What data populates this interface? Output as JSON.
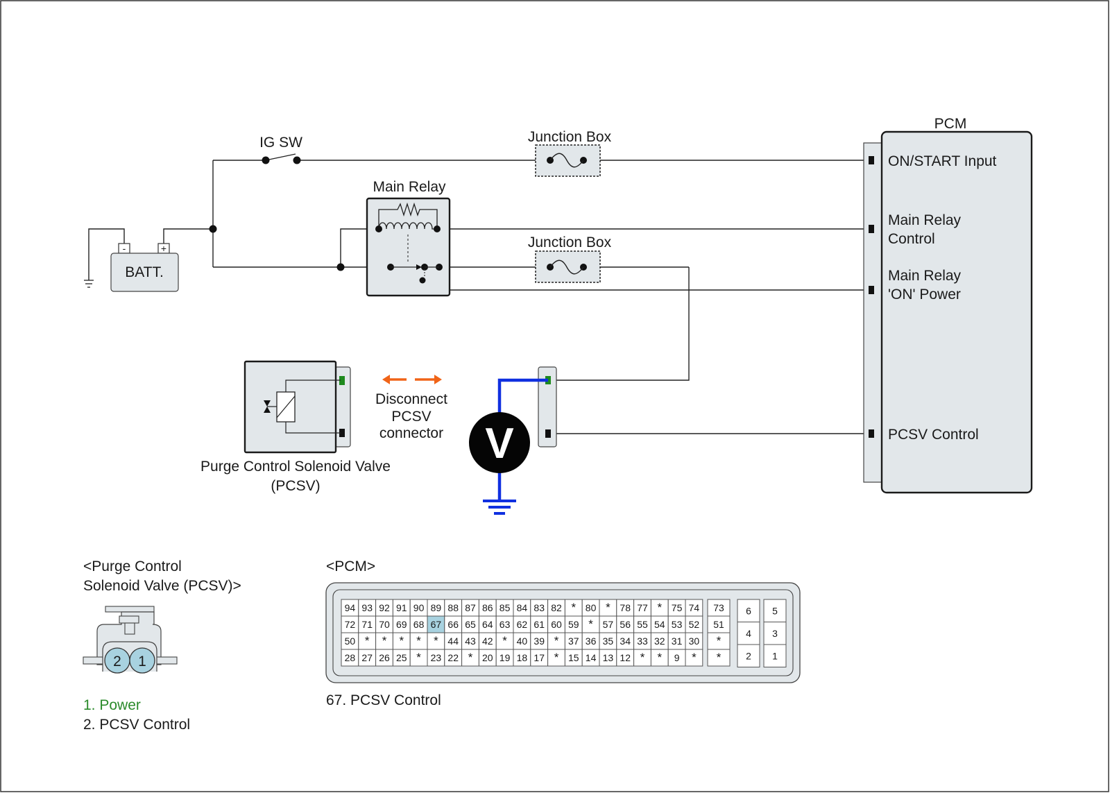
{
  "colors": {
    "component_fill": "#e2e7ea",
    "probe_wire": "#1030e0",
    "arrow": "#f06418",
    "pin_highlight": "#a8d2e0",
    "power_green": "#2a8a2a",
    "terminal_green": "#1e8a1e"
  },
  "labels": {
    "ig_sw": "IG SW",
    "junction_box_1": "Junction Box",
    "junction_box_2": "Junction Box",
    "main_relay": "Main Relay",
    "batt": "BATT.",
    "batt_minus": "-",
    "batt_plus": "+",
    "pcm": "PCM",
    "pcm_on_start": "ON/START Input",
    "pcm_main_relay_control_1": "Main Relay",
    "pcm_main_relay_control_2": "Control",
    "pcm_main_relay_on_power_1": "Main Relay",
    "pcm_main_relay_on_power_2": "'ON' Power",
    "pcm_pcsv_control": "PCSV Control",
    "disconnect_1": "Disconnect",
    "disconnect_2": "PCSV",
    "disconnect_3": "connector",
    "pcsv_name_1": "Purge Control Solenoid Valve",
    "pcsv_name_2": "(PCSV)",
    "voltmeter": "V"
  },
  "pcsv_connector": {
    "title_1": "<Purge Control",
    "title_2": "Solenoid Valve (PCSV)>",
    "pins": [
      "2",
      "1"
    ],
    "legend_1": "1. Power",
    "legend_2": "2. PCSV Control"
  },
  "pcm_connector": {
    "title": "<PCM>",
    "rows": [
      [
        "94",
        "93",
        "92",
        "91",
        "90",
        "89",
        "88",
        "87",
        "86",
        "85",
        "84",
        "83",
        "82",
        "*",
        "80",
        "*",
        "78",
        "77",
        "*",
        "75",
        "74"
      ],
      [
        "72",
        "71",
        "70",
        "69",
        "68",
        "67",
        "66",
        "65",
        "64",
        "63",
        "62",
        "61",
        "60",
        "59",
        "*",
        "57",
        "56",
        "55",
        "54",
        "53",
        "52"
      ],
      [
        "50",
        "*",
        "*",
        "*",
        "*",
        "*",
        "44",
        "43",
        "42",
        "*",
        "40",
        "39",
        "*",
        "37",
        "36",
        "35",
        "34",
        "33",
        "32",
        "31",
        "30"
      ],
      [
        "28",
        "27",
        "26",
        "25",
        "*",
        "23",
        "22",
        "*",
        "20",
        "19",
        "18",
        "17",
        "*",
        "15",
        "14",
        "13",
        "12",
        "*",
        "*",
        "9",
        "*"
      ]
    ],
    "side_col": [
      "73",
      "51",
      "*",
      "*"
    ],
    "block_left": [
      "6",
      "4",
      "2"
    ],
    "block_right": [
      "5",
      "3",
      "1"
    ],
    "highlighted_pin": "67",
    "caption": "67. PCSV Control"
  }
}
